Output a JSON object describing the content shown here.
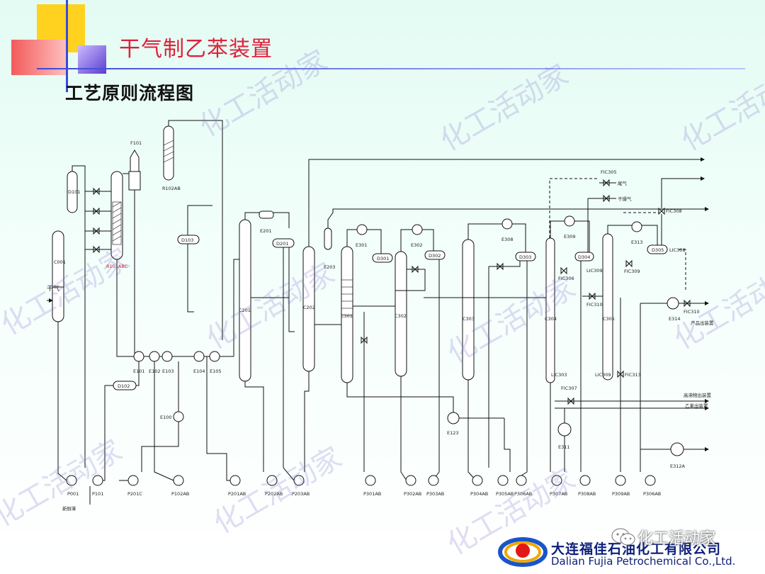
{
  "slide": {
    "title": "干气制乙苯装置",
    "subtitle": "工艺原则流程图"
  },
  "watermark": {
    "text": "化工活动家"
  },
  "branding": {
    "company_cn": "大连福佳石油化工有限公司",
    "company_en": "Dalian Fujia Petrochemical Co.,Ltd.",
    "wechat_label": "化工活动家"
  },
  "diagram_labels": {
    "c001": "C001",
    "d101": "D101",
    "f101": "F101",
    "r101": "R101ABC",
    "r102": "R102AB",
    "d103": "D103",
    "d102": "D102",
    "e100": "E100",
    "e101": "E101",
    "e102": "E102",
    "e103": "E103",
    "e104": "E104",
    "e105": "E105",
    "gas_in": "干气",
    "fresh_benzene": "新鲜苯",
    "p001": "P001",
    "p101": "P101",
    "p201c": "P201C",
    "p102ab": "P102AB",
    "p201ab": "P201AB",
    "p202ab": "P202AB",
    "p203ab": "P203AB",
    "c201": "C201",
    "e201": "E201",
    "d201": "D201",
    "c202": "C202",
    "e203": "E203",
    "c301": "C301",
    "e301": "E301",
    "d301": "D301",
    "c302": "C302",
    "e302": "E302",
    "d302": "D302",
    "e123": "E123",
    "p301ab": "P301AB",
    "p302ab": "P302AB",
    "p303ab": "P303AB",
    "c303": "C303",
    "e308": "E308",
    "d303": "D303",
    "p304ab": "P304AB",
    "p305ab": "P305AB",
    "p306ab": "P306AB",
    "p307ab": "P307AB",
    "p308ab": "P308AB",
    "p309ab": "P309AB",
    "c304": "C304",
    "e309": "E309",
    "d304": "D304",
    "e311": "E311",
    "c305": "C305",
    "e313": "E313",
    "d305": "D305",
    "e314": "E314",
    "e312a": "E312A",
    "fic305": "FIC305",
    "fic306": "FIC306",
    "fic307": "FIC307",
    "fic308": "FIC308",
    "fic309": "FIC309",
    "fic310": "FIC310",
    "fic313": "FIC313",
    "lic303": "LIC303",
    "lic309": "LIC309",
    "lic308": "LIC308",
    "tail_gas": "尾气",
    "tail_gas2": "干燥气",
    "out_e314": "产品出装置",
    "out_heavy": "高沸物出装置",
    "out_eb": "乙苯出装置"
  },
  "colors": {
    "title": "#e0203a",
    "deco_yellow": "#ffd21f",
    "deco_red": "#f25a5a",
    "deco_blue": "#3a49d8",
    "deco_purple": "#5c3ccf"
  }
}
